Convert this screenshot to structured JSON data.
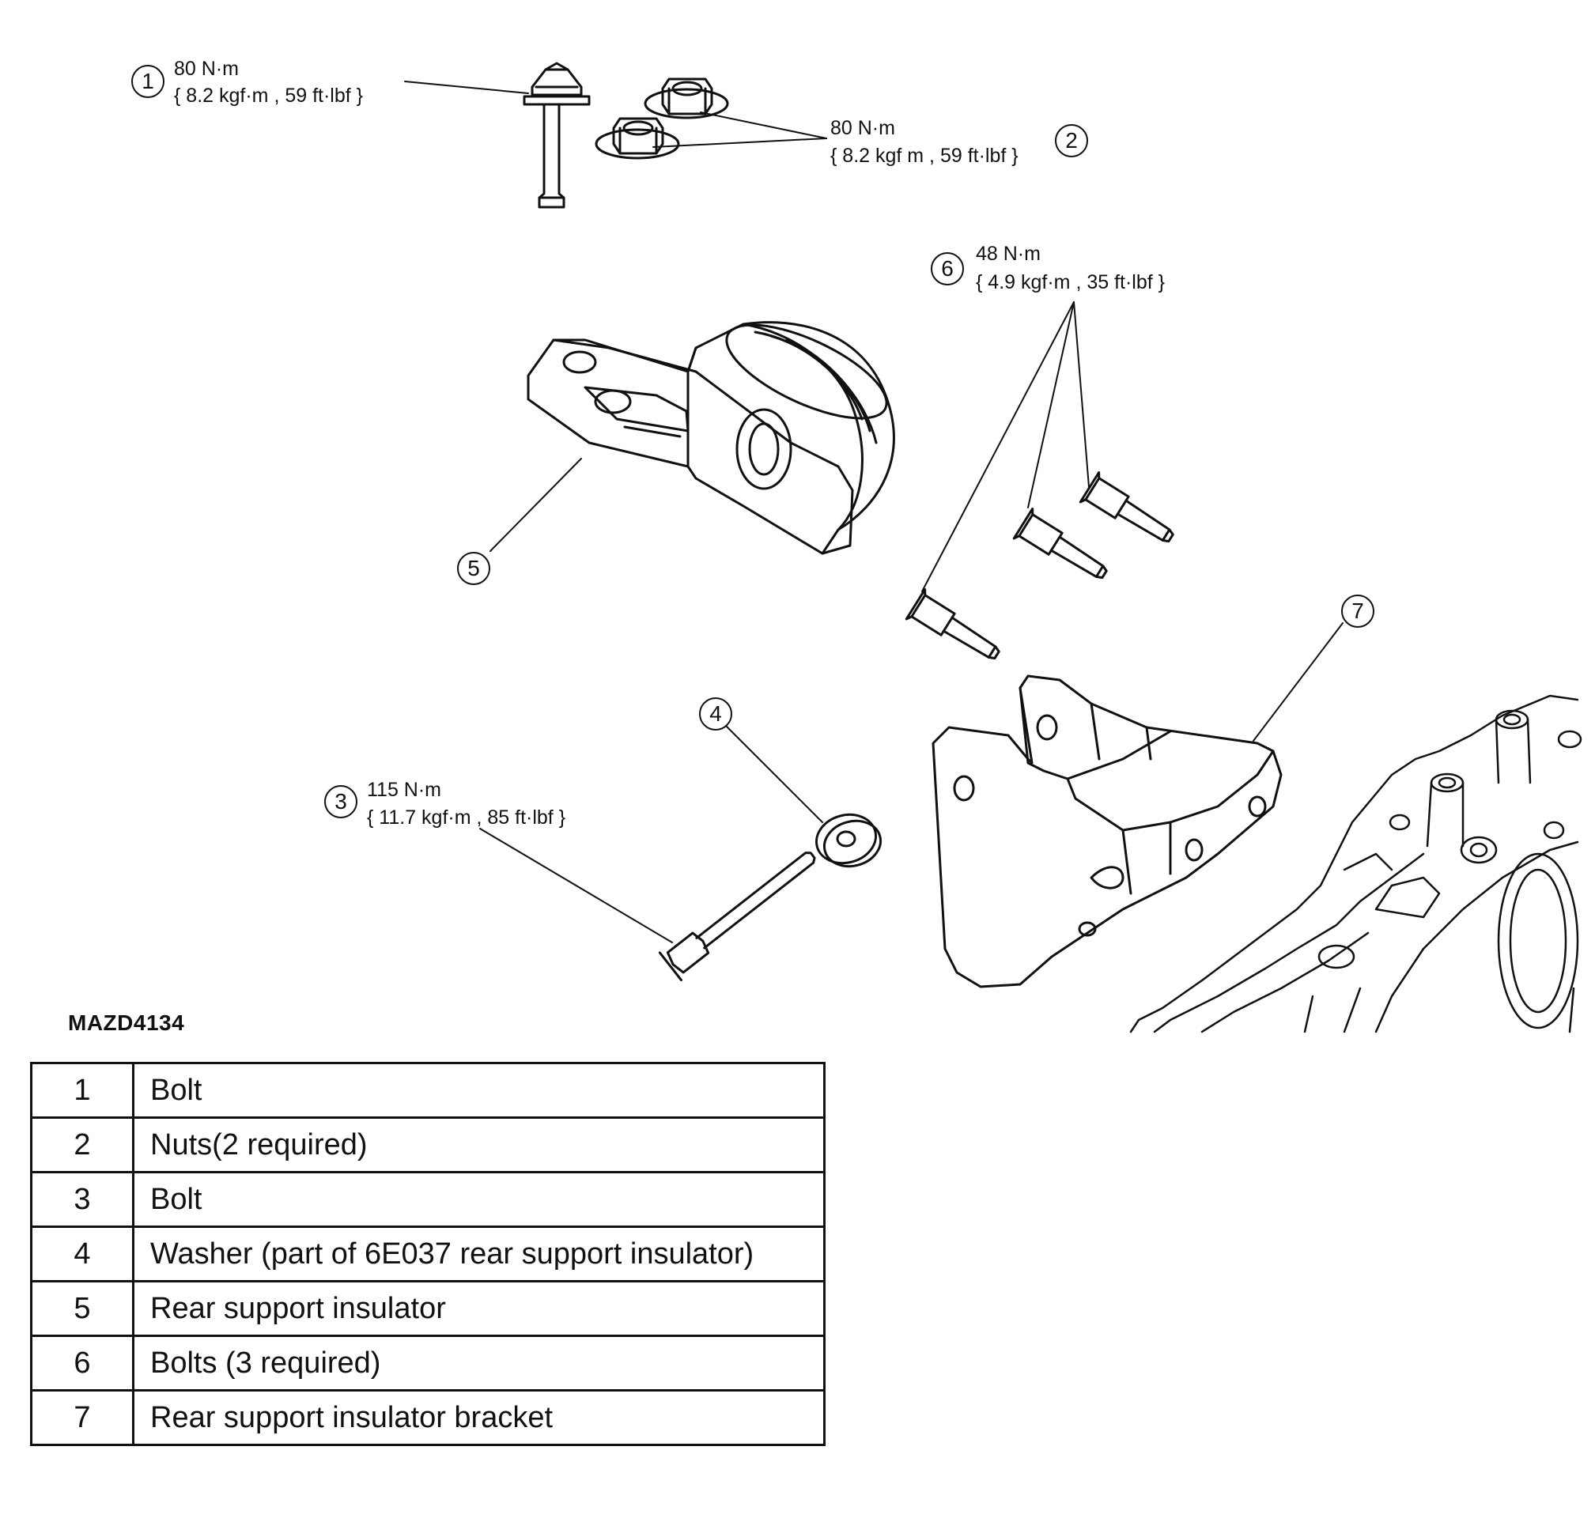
{
  "figure_id": "MAZD4134",
  "callouts": [
    {
      "num": "1",
      "torque_nm": "80 N·m",
      "torque_other": "{ 8.2 kgf·m , 59 ft·lbf }"
    },
    {
      "num": "2",
      "torque_nm": "80 N·m",
      "torque_other": "{ 8.2 kgf m , 59 ft·lbf }"
    },
    {
      "num": "3",
      "torque_nm": "115 N·m",
      "torque_other": "{ 11.7 kgf·m , 85 ft·lbf }"
    },
    {
      "num": "4"
    },
    {
      "num": "5"
    },
    {
      "num": "6",
      "torque_nm": "48 N·m",
      "torque_other": "{ 4.9 kgf·m , 35 ft·lbf }"
    },
    {
      "num": "7"
    }
  ],
  "legend": [
    {
      "num": "1",
      "desc": "Bolt"
    },
    {
      "num": "2",
      "desc": "Nuts(2 required)"
    },
    {
      "num": "3",
      "desc": "Bolt"
    },
    {
      "num": "4",
      "desc": "Washer (part of 6E037 rear support insulator)"
    },
    {
      "num": "5",
      "desc": "Rear support insulator"
    },
    {
      "num": "6",
      "desc": "Bolts (3 required)"
    },
    {
      "num": "7",
      "desc": "Rear support insulator bracket"
    }
  ]
}
